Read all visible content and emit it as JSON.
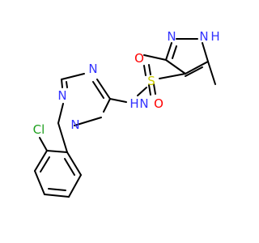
{
  "molecule": {
    "colors": {
      "bond": "#000000",
      "N": "#3333ff",
      "O": "#ff0000",
      "S": "#cccc00",
      "Cl": "#1fa01f",
      "background": "#ffffff"
    },
    "atoms": {
      "n_pz_nh": "N",
      "h_pz_nh": "H",
      "n_pz_2": "N",
      "s": "S",
      "o_top": "O",
      "o_bottom": "O",
      "n_sulfonamide": "N",
      "h_sulfonamide": "H",
      "n_tz_top": "N",
      "n_tz_1": "N",
      "n_tz_2": "N",
      "cl": "Cl"
    }
  }
}
